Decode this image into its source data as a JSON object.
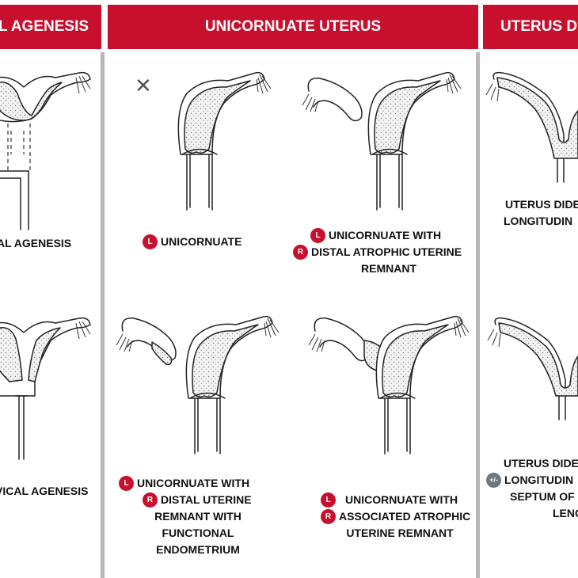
{
  "columns": [
    {
      "title": "L AGENESIS"
    },
    {
      "title": "UNICORNUATE UTERUS"
    },
    {
      "title": "UTERUS D"
    }
  ],
  "left_panel": {
    "label_top": "AL AGENESIS",
    "label_bottom": "VICAL AGENESIS"
  },
  "center_panel": {
    "items": [
      {
        "badge": "L",
        "lines": [
          "UNICORNUATE"
        ]
      },
      {
        "badges": [
          "L",
          "R"
        ],
        "lines": [
          "UNICORNUATE WITH",
          "DISTAL ATROPHIC UTERINE",
          "REMNANT"
        ]
      },
      {
        "badges": [
          "L",
          "R"
        ],
        "lines": [
          "UNICORNUATE WITH",
          "DISTAL UTERINE",
          "REMNANT WITH",
          "FUNCTIONAL",
          "ENDOMETRIUM"
        ]
      },
      {
        "badges": [
          "L",
          "R"
        ],
        "lines": [
          "UNICORNUATE WITH",
          "ASSOCIATED ATROPHIC",
          "UTERINE REMNANT"
        ]
      }
    ],
    "close_symbol": "✕"
  },
  "right_panel": {
    "top_lines": [
      "UTERUS DIDE",
      "LONGITUDIN"
    ],
    "bottom_badge": "+/-",
    "bottom_lines": [
      "UTERUS DIDE",
      "LONGITUDIN",
      "SEPTUM OF",
      "LENG"
    ]
  },
  "colors": {
    "banner": "#c8102e",
    "badge_gray": "#6d7681",
    "divider": "#b7b7b7"
  }
}
